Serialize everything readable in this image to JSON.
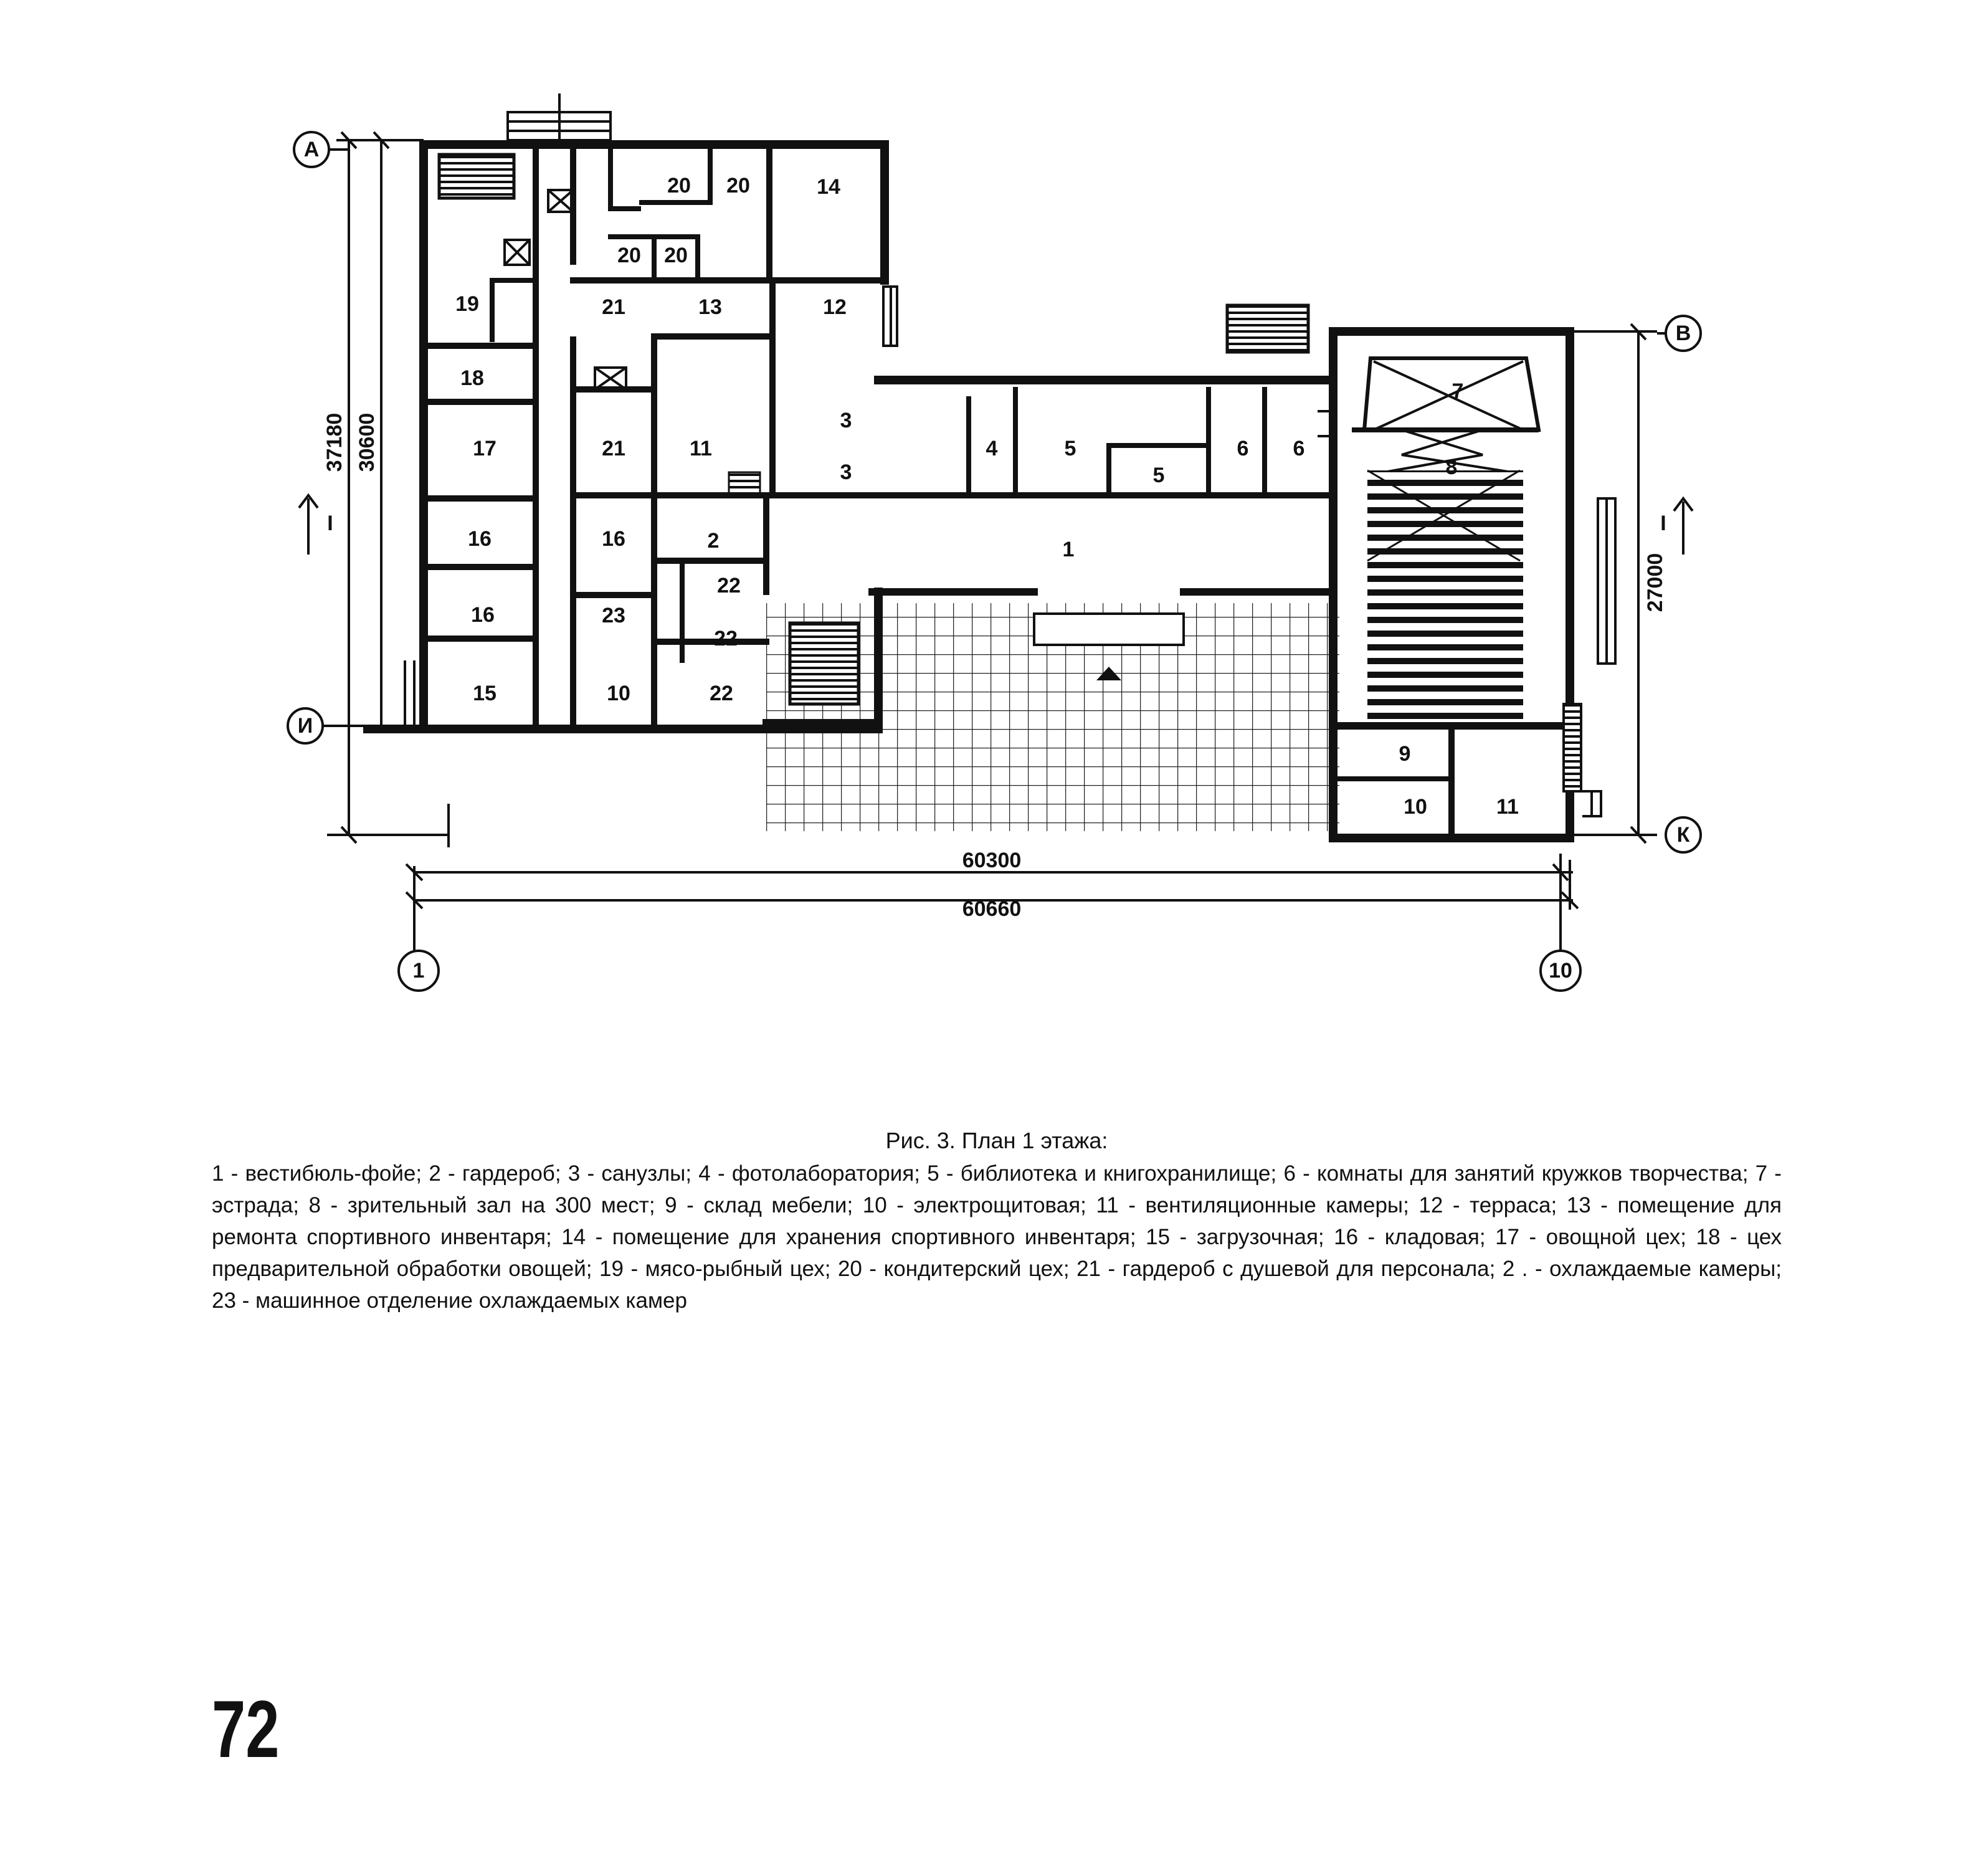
{
  "figure": {
    "caption_title": "Рис. 3. План 1 этажа:",
    "legend": [
      "1 - вестибюль-фойе;",
      "2 - гардероб;",
      "3 - санузлы;",
      "4 - фотолаборатория;",
      "5 - библиотека и книгохранилище;",
      "6 - комнаты для занятий кружков творчества;",
      "7 - эстрада;",
      "8 - зрительный зал на 300 мест;",
      "9 - склад мебели;",
      "10 - электрощитовая;",
      "11 - вентиляционные камеры;",
      "12 - терраса;",
      "13 - помещение для ремонта спортивного инвентаря;",
      "14 - помещение для хранения спортивного инвентаря;",
      "15 - загрузочная;",
      "16 - кладовая;",
      "17 - овощной цех;",
      "18 - цех предварительной обработки овощей;",
      "19 - мясо-рыбный цех;",
      "20 - кондитерский цех;",
      "21 - гардероб с душевой для персонала;",
      "2 . - охлаждаемые камеры;",
      "23 - машинное отделение охлаждаемых камер"
    ]
  },
  "plan": {
    "axes": {
      "a": "А",
      "b": "В",
      "i": "И",
      "k": "К",
      "one": "1",
      "ten": "10"
    },
    "dimensions": {
      "total_left": "37180",
      "inner_left": "30600",
      "right": "27000",
      "width_inner": "60300",
      "width_total": "60660"
    },
    "section_marks": {
      "left": "I",
      "right": "I"
    },
    "rooms": {
      "r20a": "20",
      "r20b": "20",
      "r20c": "20",
      "r20d": "20",
      "r14": "14",
      "r19": "19",
      "r21a": "21",
      "r13": "13",
      "r12": "12",
      "r18": "18",
      "r17": "17",
      "r21b": "21",
      "r11a": "11",
      "r16a": "16",
      "r16b": "16",
      "r16c": "16",
      "r2": "2",
      "r22a": "22",
      "r22b": "22",
      "r22c": "22",
      "r23": "23",
      "r15": "15",
      "r10a": "10",
      "r3a": "3",
      "r3b": "3",
      "r4": "4",
      "r5a": "5",
      "r5b": "5",
      "r6a": "6",
      "r6b": "6",
      "r1": "1",
      "r7": "7",
      "r8": "8",
      "r9": "9",
      "r10b": "10",
      "r11b": "11"
    }
  },
  "page": {
    "number": "72"
  }
}
